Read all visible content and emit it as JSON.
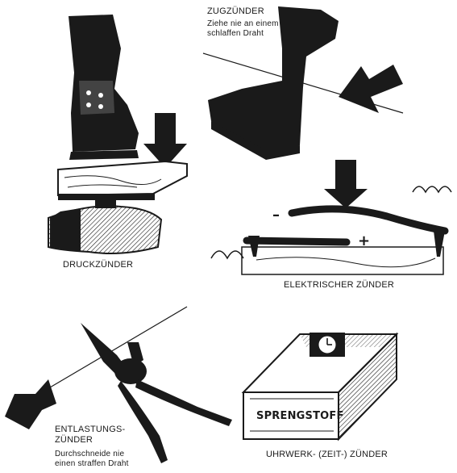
{
  "colors": {
    "ink": "#1a1a1a",
    "paper": "#ffffff",
    "hatch": "#444444"
  },
  "panels": {
    "pressure": {
      "title": "DRUCKZÜNDER",
      "icons": [
        "boot-icon",
        "down-arrow-icon",
        "board-icon",
        "charge-icon"
      ]
    },
    "tripwire": {
      "title": "ZUGZÜNDER",
      "note": "Ziehe nie an einem schlaffen Draht",
      "icons": [
        "boot-icon",
        "arrow-icon",
        "wire-icon"
      ]
    },
    "electric": {
      "title": "ELEKTRISCHER ZÜNDER",
      "minus": "–",
      "plus": "+",
      "icons": [
        "down-arrow-icon",
        "contact-strip-icon",
        "spring-coil-icon"
      ]
    },
    "release": {
      "title_line1": "ENTLASTUNGS-",
      "title_line2": "ZÜNDER",
      "note": "Durchschneide nie einen straffen Draht",
      "icons": [
        "pliers-icon",
        "arrow-icon",
        "wire-icon"
      ]
    },
    "clockwork": {
      "title": "UHRWERK- (ZEIT-) ZÜNDER",
      "box_label": "SPRENGSTOFF",
      "icons": [
        "clock-icon",
        "explosive-box-icon"
      ]
    }
  }
}
